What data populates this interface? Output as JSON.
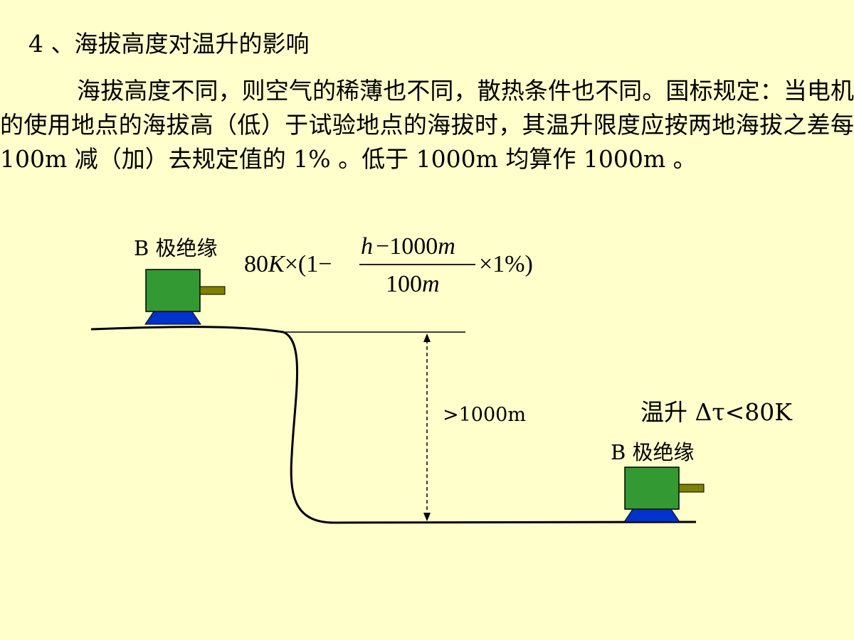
{
  "slide": {
    "heading": "4 、海拔高度对温升的影响",
    "paragraph": "海拔高度不同，则空气的稀薄也不同，散热条件也不同。国标规定：当电机的使用地点的海拔高（低）于试验地点的海拔时，其温升限度应按两地海拔之差每 100m 减（加）去规定值的 1% 。低于 1000m 均算作 1000m 。"
  },
  "diagram": {
    "top_motor_label": "B 极绝缘",
    "bottom_motor_label": "B 极绝缘",
    "altitude_difference_label": ">1000m",
    "temperature_rise_label": "温升 Δτ<80K",
    "formula": {
      "base": "80",
      "unit": "K",
      "times": "×",
      "open": "(1",
      "minus": "−",
      "numerator_var": "h",
      "numerator_minus": "−",
      "numerator_value": "1000",
      "numerator_unit": "m",
      "denominator_value": "100",
      "denominator_unit": "m",
      "tail": "×1%)"
    },
    "colors": {
      "background": "#FFFFCC",
      "motor_body": "#339933",
      "motor_shaft": "#808000",
      "motor_base": "#0033CC",
      "line": "#000000"
    }
  }
}
